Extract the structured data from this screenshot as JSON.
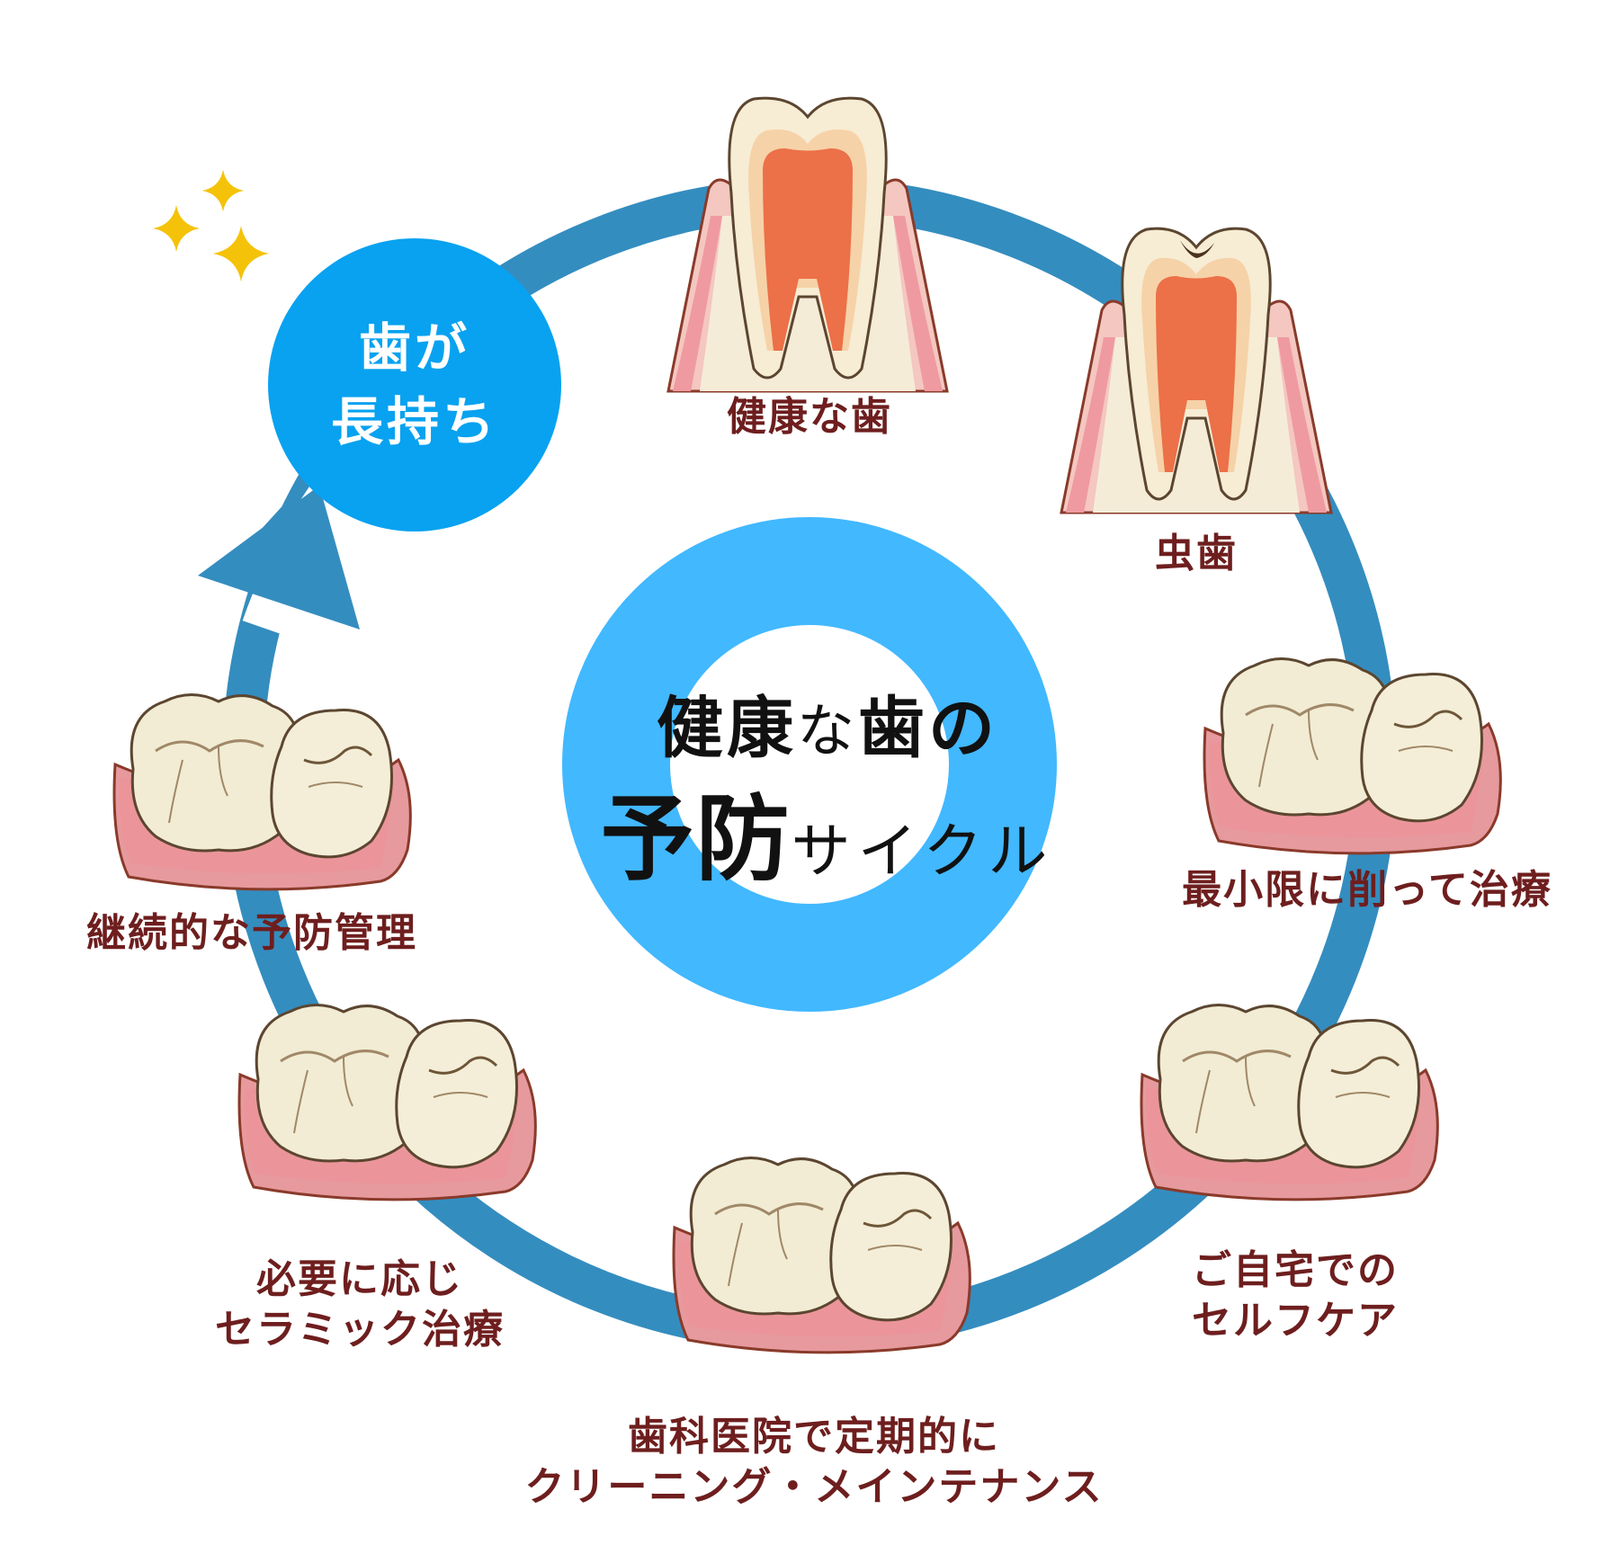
{
  "badge": {
    "line1": "歯が",
    "line2": "長持ち"
  },
  "center": {
    "line1_a": "健康",
    "line1_b": "な",
    "line1_c": "歯の",
    "line2_a": "予防",
    "line2_b": "サイクル"
  },
  "steps": [
    {
      "lines": [
        "健康な歯"
      ]
    },
    {
      "lines": [
        "虫歯"
      ]
    },
    {
      "lines": [
        "最小限に削って治療"
      ]
    },
    {
      "lines": [
        "ご自宅での",
        "セルフケア"
      ]
    },
    {
      "lines": [
        "歯科医院で定期的に",
        "クリーニング・メインテナンス"
      ]
    },
    {
      "lines": [
        "必要に応じ",
        "セラミック治療"
      ]
    },
    {
      "lines": [
        "継続的な予防管理"
      ]
    }
  ],
  "colors": {
    "cycle_ring": "#348dbf",
    "badge_fill": "#08a2f0",
    "center_ring": "#42b8ff",
    "label_text": "#6e1e1e",
    "gum": "#e69a9e",
    "enamel": "#f2ecd4",
    "pulp": "#ec7048"
  },
  "icons": [
    "healthy-tooth-icon",
    "decayed-tooth-icon",
    "molars-icon",
    "sparkle-icon"
  ]
}
